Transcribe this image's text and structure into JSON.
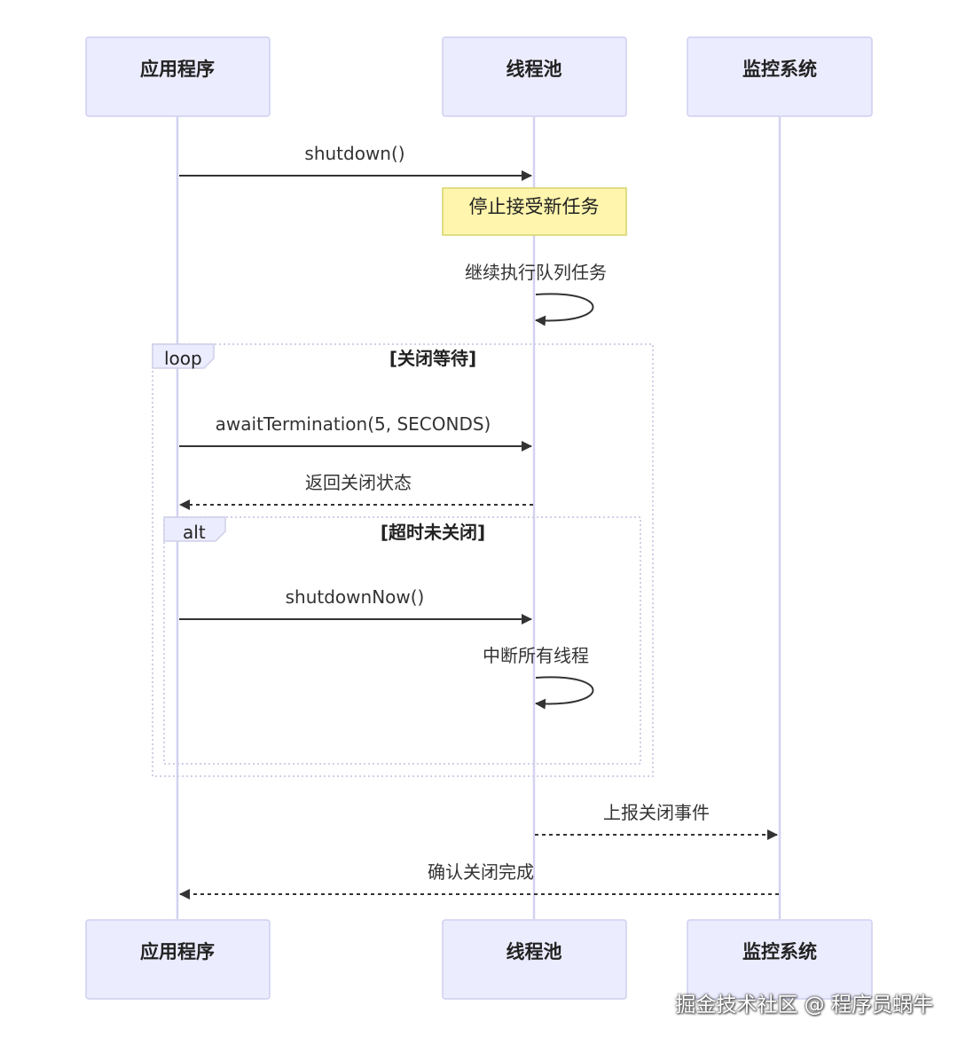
{
  "participants": {
    "app": "应用程序",
    "pool": "线程池",
    "monitor": "监控系统"
  },
  "messages": {
    "m1": "shutdown()",
    "note1": "停止接受新任务",
    "self1": "继续执行队列任务",
    "m2": "awaitTermination(5, SECONDS)",
    "m3": "返回关闭状态",
    "m4": "shutdownNow()",
    "self2": "中断所有线程",
    "m5": "上报关闭事件",
    "m6": "确认关闭完成"
  },
  "frames": {
    "loop_label": "loop",
    "loop_condition": "[关闭等待]",
    "alt_label": "alt",
    "alt_condition": "[超时未关闭]"
  },
  "watermark": "掘金技术社区 @ 程序员蜗牛",
  "colors": {
    "actor_fill": "#ececff",
    "note_fill": "#fff5ad",
    "lifeline": "#d3d1f0"
  }
}
